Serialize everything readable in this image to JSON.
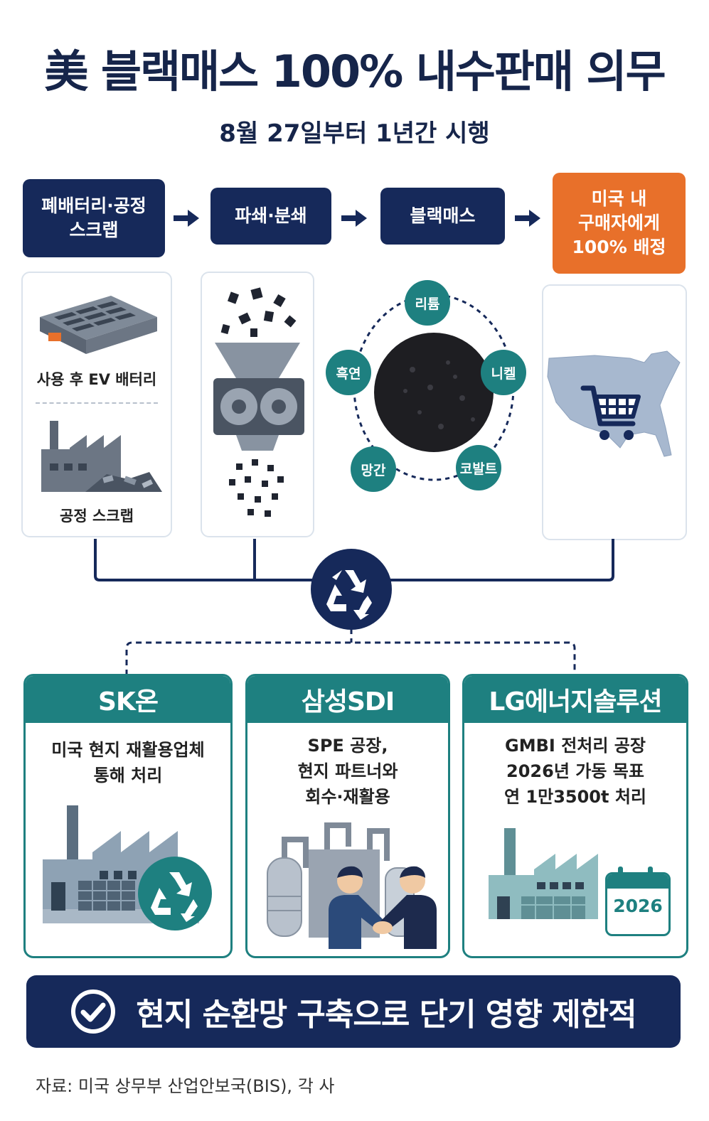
{
  "header": {
    "title": "美 블랙매스 100% 내수판매 의무",
    "subtitle": "8월 27일부터 1년간 시행"
  },
  "flow": {
    "steps": [
      {
        "label": "폐배터리·공정\n스크랩"
      },
      {
        "label": "파쇄·분쇄"
      },
      {
        "label": "블랙매스"
      },
      {
        "label": "미국 내\n구매자에게\n100% 배정"
      }
    ],
    "colors": {
      "navy": "#16295a",
      "orange": "#e8702a",
      "teal": "#1e8080"
    }
  },
  "panels": {
    "scrap": {
      "ev_label": "사용 후 EV 배터리",
      "factory_label": "공정 스크랩"
    },
    "black_mass": {
      "elements": [
        "리튬",
        "니켈",
        "코발트",
        "망간",
        "흑연"
      ]
    }
  },
  "companies": [
    {
      "name": "SK온",
      "text": "미국 현지 재활용업체\n통해 처리",
      "highlight": ""
    },
    {
      "name": "삼성SDI",
      "text": "SPE 공장,\n현지 파트너와\n회수·재활용",
      "highlight": ""
    },
    {
      "name": "LG에너지솔루션",
      "text": "GMBI 전처리 공장\n2026년 가동 목표",
      "highlight": "연 1만3500t 처리"
    }
  ],
  "calendar": {
    "year": "2026"
  },
  "banner": {
    "text": "현지 순환망 구축으로 단기 영향 제한적"
  },
  "source": {
    "text": "자료: 미국 상무부 산업안보국(BIS), 각 사"
  },
  "icons": [
    "battery-icon",
    "factory-icon",
    "shredder-icon",
    "usa-map-icon",
    "shopping-cart-icon",
    "recycle-icon",
    "handshake-icon",
    "calendar-icon",
    "check-icon",
    "arrow-right-icon"
  ]
}
